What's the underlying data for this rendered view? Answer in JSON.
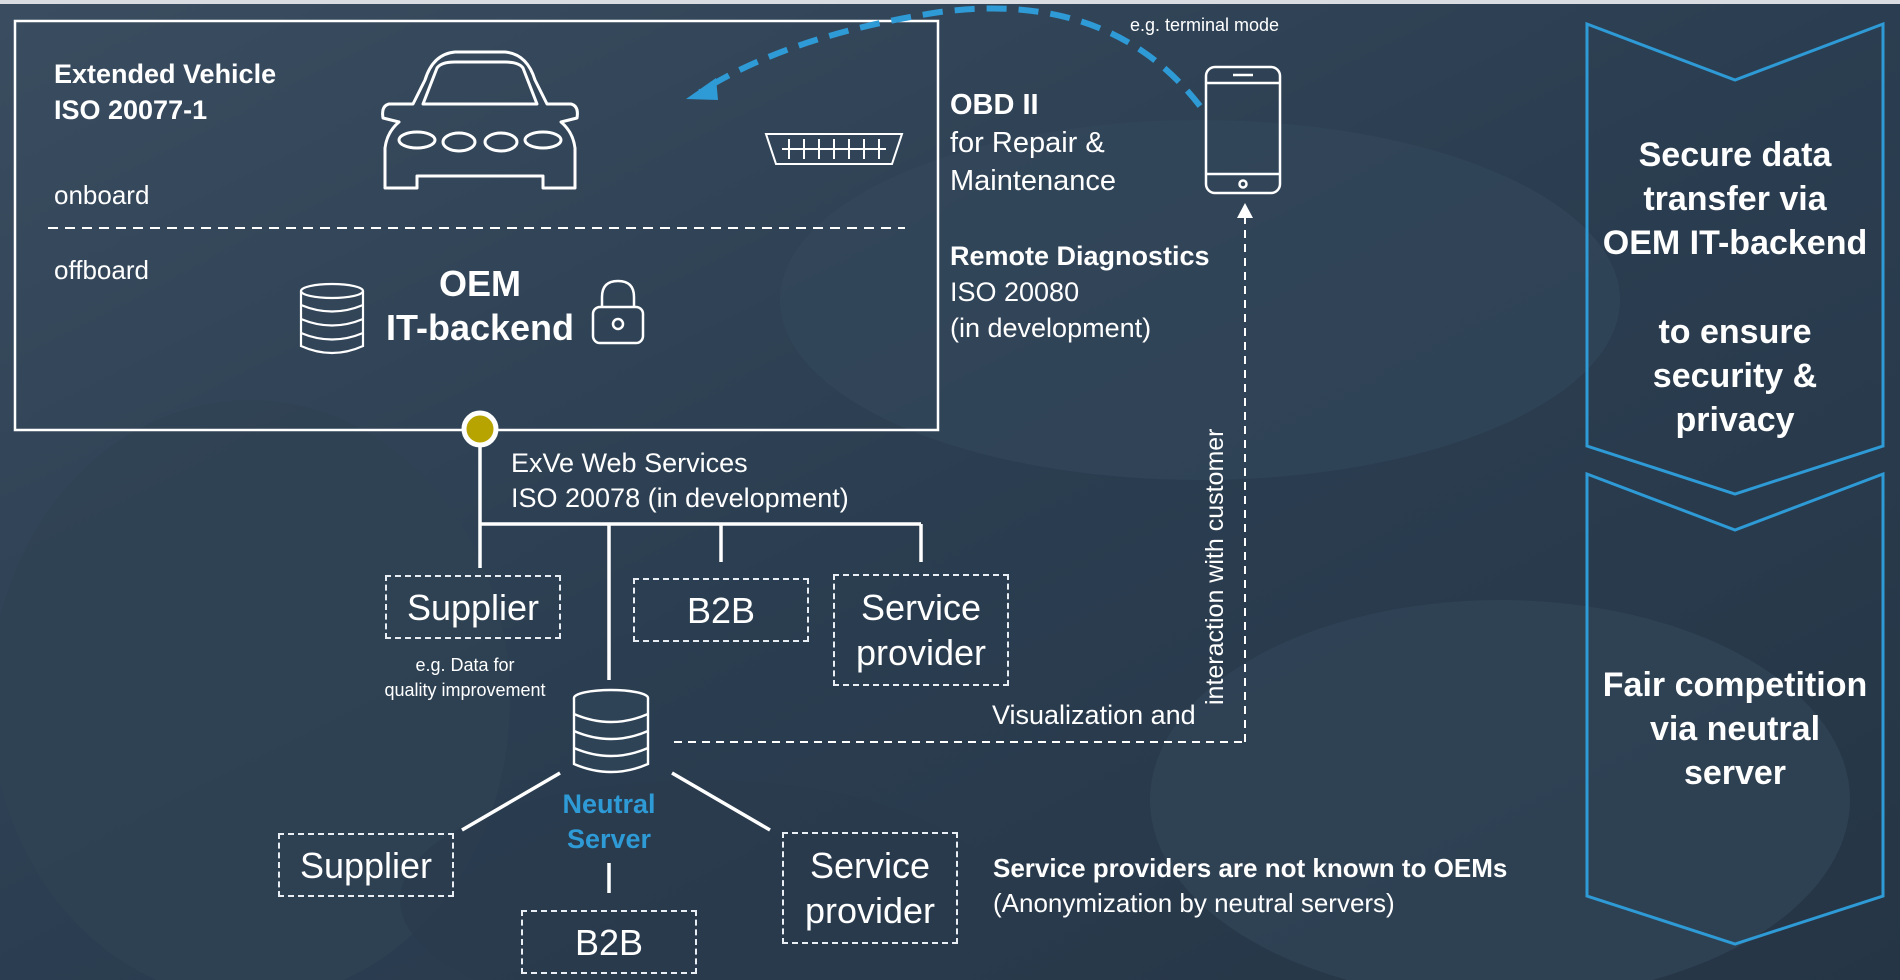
{
  "vehicle_box": {
    "title_line1": "Extended Vehicle",
    "title_line2": "ISO 20077-1",
    "onboard_label": "onboard",
    "offboard_label": "offboard",
    "oem_line1": "OEM",
    "oem_line2": "IT-backend"
  },
  "obd": {
    "title": "OBD II",
    "line1": "for Repair &",
    "line2": "Maintenance"
  },
  "remote": {
    "title": "Remote Diagnostics",
    "line1": "ISO 20080",
    "line2": "(in development)"
  },
  "phone_caption": "e.g. terminal mode",
  "web_services": {
    "line1": "ExVe Web Services",
    "line2": "ISO 20078 (in development)"
  },
  "upper_boxes": {
    "supplier": "Supplier",
    "supplier_note_line1": "e.g. Data for",
    "supplier_note_line2": "quality improvement",
    "b2b": "B2B",
    "service_line1": "Service",
    "service_line2": "provider"
  },
  "neutral_server": {
    "line1": "Neutral",
    "line2": "Server"
  },
  "lower_boxes": {
    "supplier": "Supplier",
    "b2b": "B2B",
    "service_line1": "Service",
    "service_line2": "provider"
  },
  "interaction": {
    "vertical_label": "interaction with customer",
    "horizontal_label": "Visualization and"
  },
  "anonymization": {
    "title": "Service providers are not known to OEMs",
    "subtitle": "(Anonymization by  neutral servers)"
  },
  "chevrons": {
    "top_line1": "Secure data",
    "top_line2": "transfer via",
    "top_line3": "OEM IT-backend",
    "top_line4": "to ensure",
    "top_line5": "security &",
    "top_line6": "privacy",
    "bottom_line1": "Fair competition",
    "bottom_line2": "via neutral",
    "bottom_line3": "server"
  },
  "colors": {
    "accent_blue": "#2e9ad6",
    "connector_olive": "#b8a400",
    "background": "#2c3f52"
  }
}
